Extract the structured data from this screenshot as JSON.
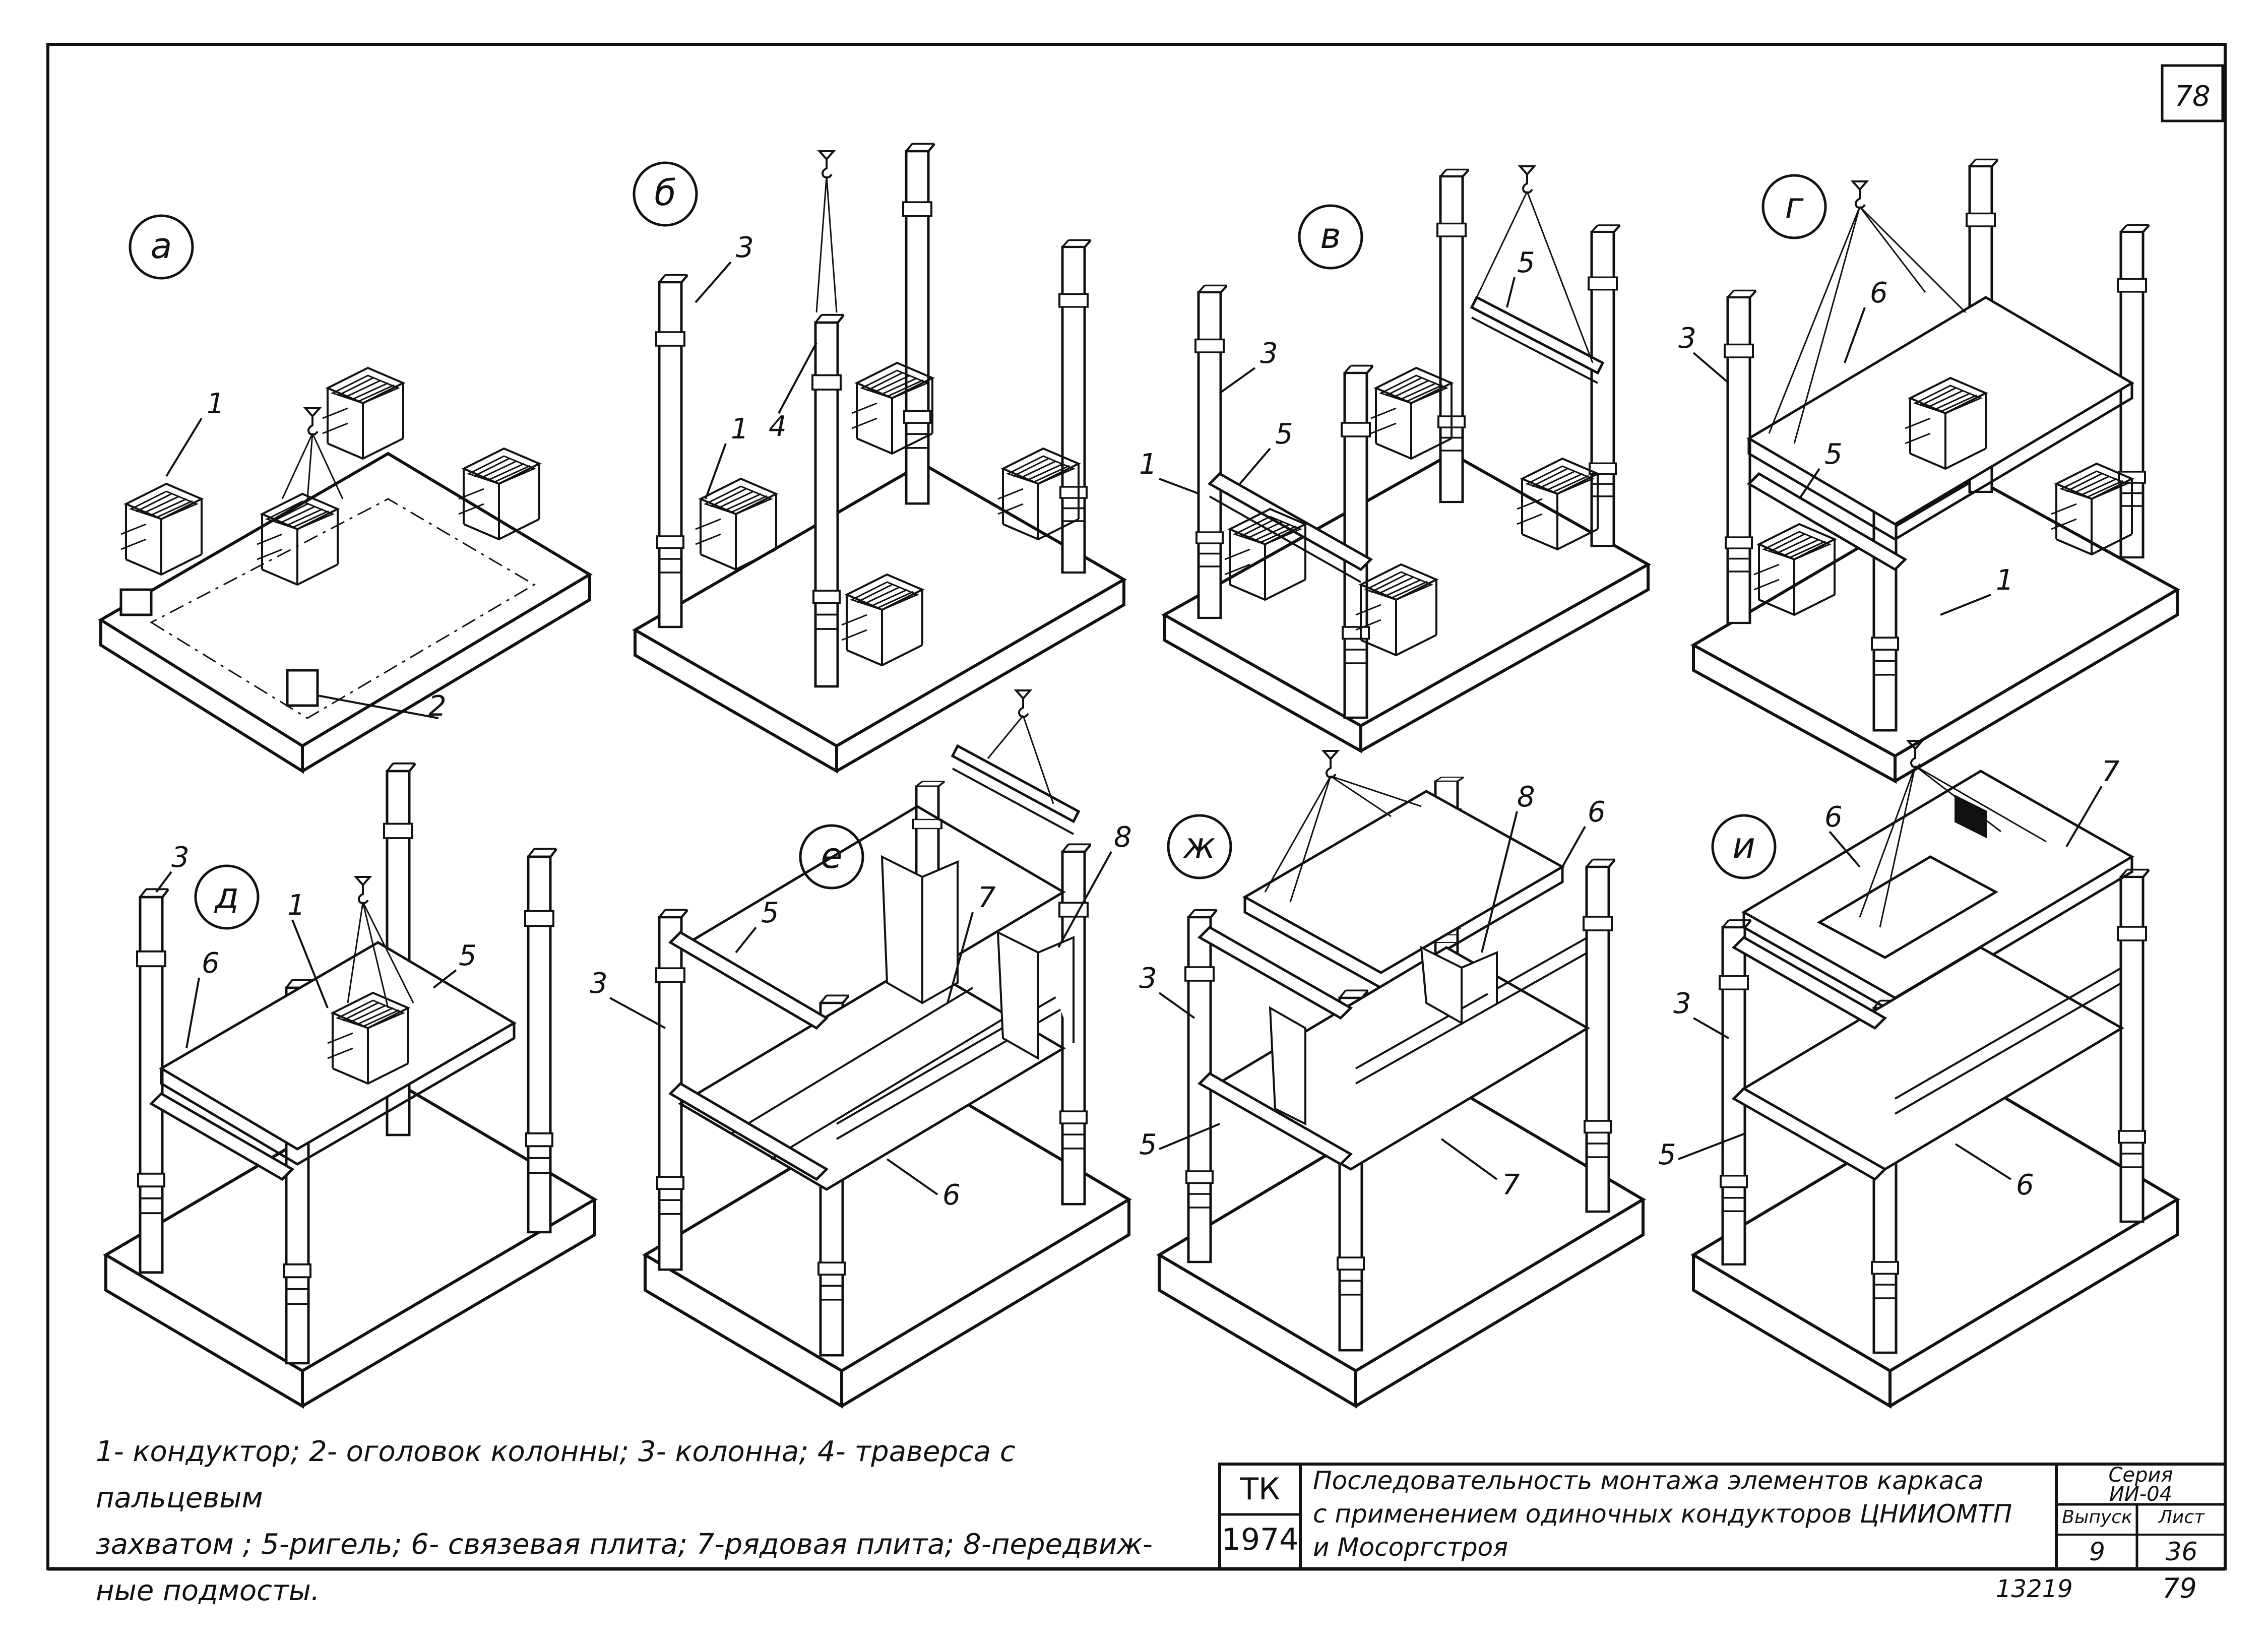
{
  "sheet": {
    "page_number_top": "78",
    "page_number_bottom": "79",
    "archive_number": "13219"
  },
  "figures": [
    {
      "letter": "а",
      "callouts": [
        "1",
        "2"
      ]
    },
    {
      "letter": "б",
      "callouts": [
        "3",
        "1",
        "4"
      ]
    },
    {
      "letter": "в",
      "callouts": [
        "3",
        "1",
        "5",
        "5"
      ]
    },
    {
      "letter": "г",
      "callouts": [
        "3",
        "6",
        "5",
        "1"
      ]
    },
    {
      "letter": "д",
      "callouts": [
        "3",
        "1",
        "5",
        "6"
      ]
    },
    {
      "letter": "е",
      "callouts": [
        "5",
        "3",
        "7",
        "8",
        "6"
      ]
    },
    {
      "letter": "ж",
      "callouts": [
        "8",
        "6",
        "3",
        "5",
        "7"
      ]
    },
    {
      "letter": "и",
      "callouts": [
        "6",
        "7",
        "3",
        "5",
        "6"
      ]
    }
  ],
  "legend": {
    "line1": "1- кондуктор;  2- оголовок колонны;  3- колонна;  4- траверса с пальцевым",
    "line2": "захватом ;  5-ригель;  6- связевая плита;   7-рядовая плита;  8-передвиж-",
    "line3": "ные подмосты."
  },
  "title_block": {
    "code": "ТК",
    "year": "1974",
    "title_line1": "Последовательность монтажа элементов каркаса",
    "title_line2": "с применением одиночных кондукторов ЦНИИОМТП",
    "title_line3": "и Мосоргстроя",
    "series_label": "Серия",
    "series_value": "ИИ-04",
    "issue_label": "Выпуск",
    "issue_value": "9",
    "sheet_label": "Лист",
    "sheet_value": "36"
  }
}
